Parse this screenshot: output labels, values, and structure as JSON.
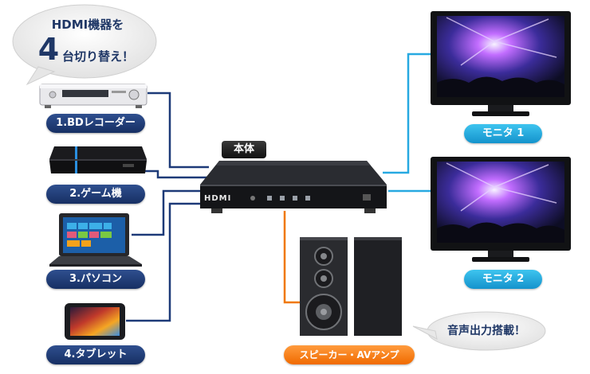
{
  "title_bubble": {
    "line1": "HDMI機器を",
    "big_number": "4",
    "line2": "台切り替え！"
  },
  "center_label": "本体",
  "unit_brand": "HDMI",
  "devices": [
    {
      "label": "1.BDレコーダー"
    },
    {
      "label": "2.ゲーム機"
    },
    {
      "label": "3.パソコン"
    },
    {
      "label": "4.タブレット"
    }
  ],
  "monitors": [
    {
      "label": "モニタ 1"
    },
    {
      "label": "モニタ 2"
    }
  ],
  "speaker_label": "スピーカー・AVアンプ",
  "audio_bubble": "音声出力搭載！",
  "colors": {
    "navy": "#1d3a78",
    "cyan": "#27a9e1",
    "orange": "#f07800"
  }
}
